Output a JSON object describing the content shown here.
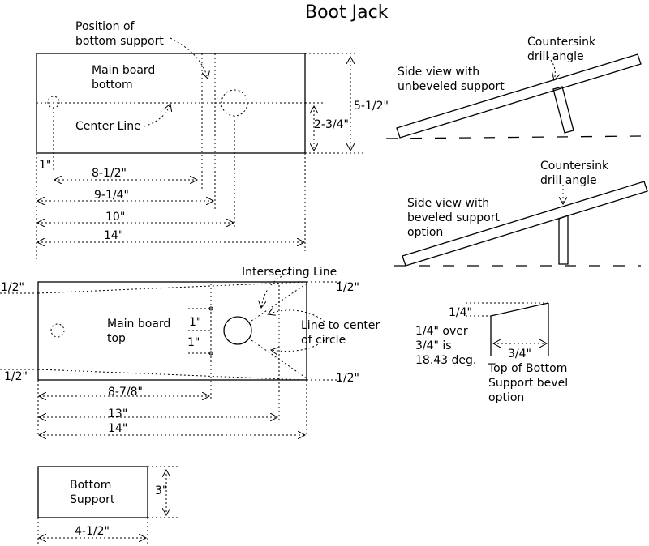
{
  "title": "Boot Jack",
  "main_bottom": {
    "position_label_1": "Position of",
    "position_label_2": "bottom support",
    "board_label_1": "Main board",
    "board_label_2": "bottom",
    "center_line_label": "Center Line",
    "dim_height": "5-1/2\"",
    "dim_center": "2-3/4\"",
    "dim_1": "1\"",
    "dim_8_5": "8-1/2\"",
    "dim_9_25": "9-1/4\"",
    "dim_10": "10\"",
    "dim_14": "14\""
  },
  "main_top": {
    "intersecting_label": "Intersecting Line",
    "board_label_1": "Main board",
    "board_label_2": "top",
    "line_center_1": "Line to center",
    "line_center_2": "of circle",
    "half_tl": "1/2\"",
    "half_tr": "1/2\"",
    "half_bl": "1/2\"",
    "half_br": "1/2\"",
    "dim_1a": "1\"",
    "dim_1b": "1\"",
    "dim_8_875": "8-7/8\"",
    "dim_13": "13\"",
    "dim_14": "14\""
  },
  "bottom_support": {
    "label_1": "Bottom",
    "label_2": "Support",
    "dim_height": "3\"",
    "dim_width": "4-1/2\""
  },
  "side_unbeveled": {
    "countersink_1": "Countersink",
    "countersink_2": "drill angle",
    "label_1": "Side view with",
    "label_2": "unbeveled support"
  },
  "side_beveled": {
    "countersink_1": "Countersink",
    "countersink_2": "drill angle",
    "label_1": "Side view with",
    "label_2": "beveled support",
    "label_3": "option"
  },
  "bevel_detail": {
    "dim_quarter": "1/4\"",
    "dim_three_quarter": "3/4\"",
    "note_1": "1/4\" over",
    "note_2": "3/4\" is",
    "note_3": "18.43 deg.",
    "caption_1": "Top of Bottom",
    "caption_2": "Support bevel",
    "caption_3": "option"
  }
}
